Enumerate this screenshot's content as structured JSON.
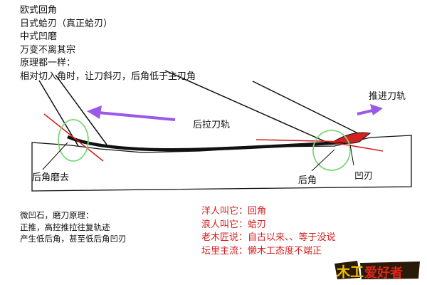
{
  "colors": {
    "red": "#d42020",
    "purple": "#9b59e8",
    "green": "#7ad87a",
    "black": "#111111",
    "logo_gold": "#f2c200",
    "logo_red": "#e0241a"
  },
  "intro_lines": [
    "欧式回角",
    "日式蛤刃（真正蛤刃）",
    "中式凹磨",
    "万变不离其宗",
    "原理都一样：",
    "相对切入角时，让刀斜刃，后角低于主刃角"
  ],
  "labels": {
    "pull_rail": "后拉刀轨",
    "push_rail": "推进刀轨",
    "back_angle_ground": "后角磨去",
    "back_angle": "后角",
    "concave_edge": "凹刃"
  },
  "bottom_left_lines": [
    "微凹石，磨刀原理：",
    "正推，高控推拉往复轨迹",
    "产生低后角，甚至低后角凹刃"
  ],
  "bottom_right_lines": [
    "洋人叫它：回角",
    "浪人叫它：蛤刃",
    "老木匠说：自古以来、、等于没说",
    "坛里主流：懒木工态度不端正"
  ],
  "logo": {
    "text": "木工爱好者",
    "part1": "木工",
    "part2": "爱好者"
  }
}
